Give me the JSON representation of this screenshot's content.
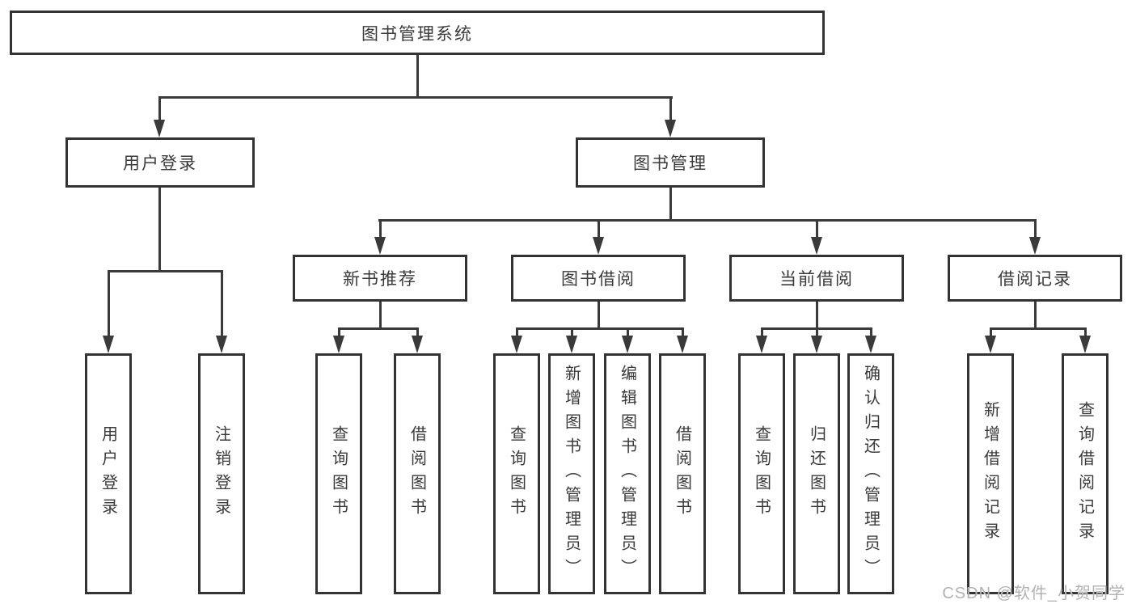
{
  "diagram": {
    "type": "tree",
    "title": "图书管理系统",
    "colors": {
      "line": "#3a3a3a",
      "box_border": "#333333",
      "text": "#3a3a3a",
      "watermark": "#b2b2b2",
      "background": "#ffffff"
    },
    "nodes": {
      "root": {
        "label": "图书管理系统"
      },
      "user_login": {
        "label": "用户登录"
      },
      "book_mgmt": {
        "label": "图书管理"
      },
      "new_book_rec": {
        "label": "新书推荐"
      },
      "book_borrow": {
        "label": "图书借阅"
      },
      "current_borrow": {
        "label": "当前借阅"
      },
      "borrow_records": {
        "label": "借阅记录"
      },
      "leaf_user_login": {
        "label": "用户登录"
      },
      "leaf_logout": {
        "label": "注销登录"
      },
      "leaf_nbr_query_book": {
        "label": "查询图书"
      },
      "leaf_nbr_borrow_book": {
        "label": "借阅图书"
      },
      "leaf_bb_query_book": {
        "label": "查询图书"
      },
      "leaf_bb_add_book": {
        "label": "新增图书（管理员）"
      },
      "leaf_bb_edit_book": {
        "label": "编辑图书（管理员）"
      },
      "leaf_bb_borrow_book": {
        "label": "借阅图书"
      },
      "leaf_cb_query_book": {
        "label": "查询图书"
      },
      "leaf_cb_return_book": {
        "label": "归还图书"
      },
      "leaf_cb_confirm_return": {
        "label": "确认归还（管理员）"
      },
      "leaf_br_add_record": {
        "label": "新增借阅记录"
      },
      "leaf_br_query_record": {
        "label": "查询借阅记录"
      }
    },
    "edges": [
      [
        "root",
        "user_login"
      ],
      [
        "root",
        "book_mgmt"
      ],
      [
        "user_login",
        "leaf_user_login"
      ],
      [
        "user_login",
        "leaf_logout"
      ],
      [
        "book_mgmt",
        "new_book_rec"
      ],
      [
        "book_mgmt",
        "book_borrow"
      ],
      [
        "book_mgmt",
        "current_borrow"
      ],
      [
        "book_mgmt",
        "borrow_records"
      ],
      [
        "new_book_rec",
        "leaf_nbr_query_book"
      ],
      [
        "new_book_rec",
        "leaf_nbr_borrow_book"
      ],
      [
        "book_borrow",
        "leaf_bb_query_book"
      ],
      [
        "book_borrow",
        "leaf_bb_add_book"
      ],
      [
        "book_borrow",
        "leaf_bb_edit_book"
      ],
      [
        "book_borrow",
        "leaf_bb_borrow_book"
      ],
      [
        "current_borrow",
        "leaf_cb_query_book"
      ],
      [
        "current_borrow",
        "leaf_cb_return_book"
      ],
      [
        "current_borrow",
        "leaf_cb_confirm_return"
      ],
      [
        "borrow_records",
        "leaf_br_add_record"
      ],
      [
        "borrow_records",
        "leaf_br_query_record"
      ]
    ],
    "watermark": "CSDN @软件_小贺同学"
  }
}
